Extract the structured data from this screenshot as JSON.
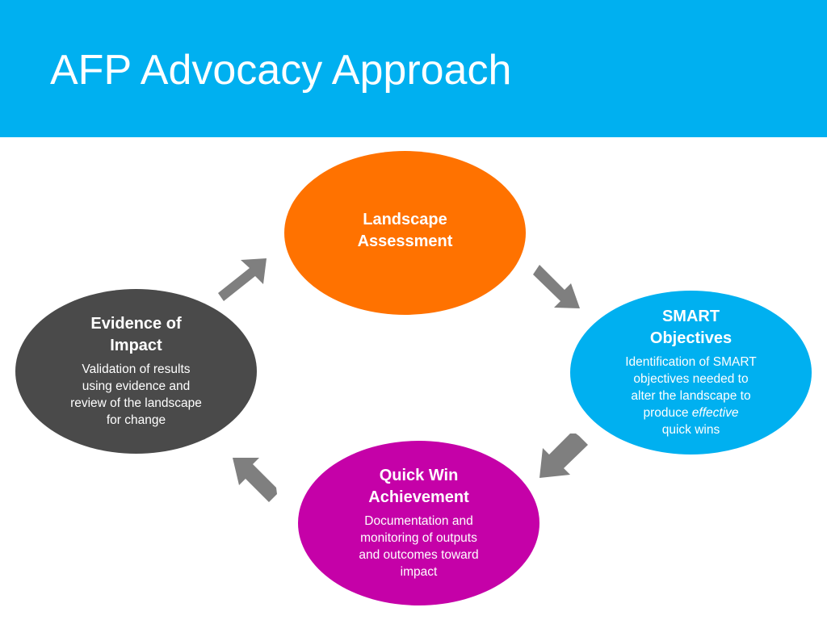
{
  "header": {
    "title": "AFP Advocacy Approach",
    "background_color": "#00b0f0"
  },
  "diagram": {
    "nodes": [
      {
        "id": "landscape-assessment",
        "title_line1": "Landscape",
        "title_line2": "Assessment",
        "color": "#ff7200"
      },
      {
        "id": "smart-objectives",
        "title_line1": "SMART",
        "title_line2": "Objectives",
        "desc_line1": "Identification of SMART",
        "desc_line2": "objectives needed to",
        "desc_line3": "alter the landscape to",
        "desc_line4_prefix": "produce ",
        "desc_line4_emphasis": "effective",
        "desc_line5": "quick wins",
        "color": "#00b0f0"
      },
      {
        "id": "quick-win-achievement",
        "title_line1": "Quick Win",
        "title_line2": "Achievement",
        "desc_line1": "Documentation and",
        "desc_line2": "monitoring of outputs",
        "desc_line3": "and outcomes toward",
        "desc_line4": "impact",
        "color": "#c501a8"
      },
      {
        "id": "evidence-of-impact",
        "title_line1": "Evidence of",
        "title_line2": "Impact",
        "desc_line1": "Validation of results",
        "desc_line2": "using evidence and",
        "desc_line3": "review of the landscape",
        "desc_line4": "for change",
        "color": "#4a4a4a"
      }
    ],
    "arrow_color": "#7f7f7f",
    "arrows": [
      {
        "from": "evidence-of-impact",
        "to": "landscape-assessment",
        "direction": "up-right"
      },
      {
        "from": "landscape-assessment",
        "to": "smart-objectives",
        "direction": "down-right"
      },
      {
        "from": "smart-objectives",
        "to": "quick-win-achievement",
        "direction": "down-left"
      },
      {
        "from": "quick-win-achievement",
        "to": "evidence-of-impact",
        "direction": "up-left"
      }
    ]
  }
}
